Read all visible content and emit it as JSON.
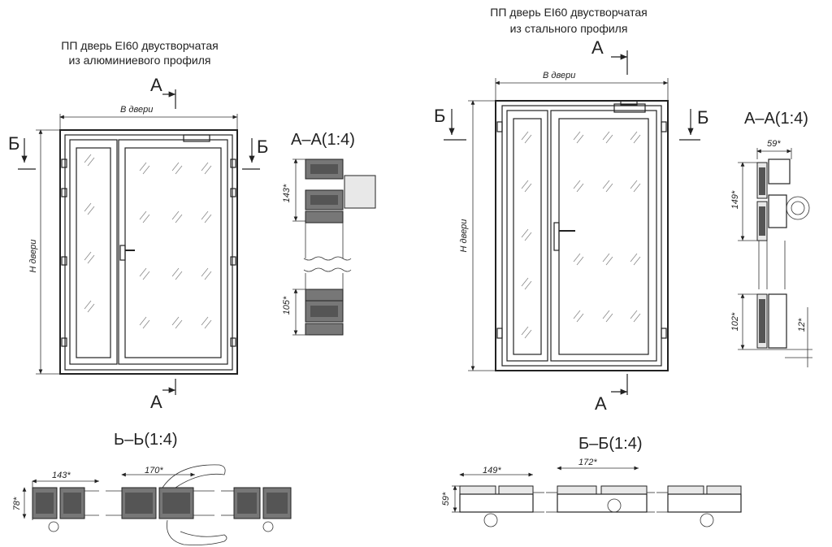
{
  "left_door": {
    "title_line1": "ПП дверь EI60 двустворчатая",
    "title_line2": "из алюминиевого профиля",
    "width_label": "В двери",
    "height_label": "Н двери",
    "cut_a_top": "А",
    "cut_a_bottom": "А",
    "cut_b_left": "Б",
    "cut_b_right": "Б"
  },
  "left_section_aa": {
    "title": "А–А(1:4)",
    "dim_top": "143*",
    "dim_bottom": "105*"
  },
  "left_section_bb": {
    "title": "Ь–Ь(1:4)",
    "dim_a": "143*",
    "dim_b": "170*",
    "dim_h": "78*"
  },
  "right_door": {
    "title_line1": "ПП дверь EI60 двустворчатая",
    "title_line2": "из стального профиля",
    "width_label": "В двери",
    "height_label": "Н двери",
    "cut_a_top": "А",
    "cut_a_bottom": "А",
    "cut_b_left": "Б",
    "cut_b_right": "Б"
  },
  "right_section_aa": {
    "title": "А–А(1:4)",
    "dim_width": "59*",
    "dim_top": "149*",
    "dim_bottom": "102*",
    "dim_gap": "12*"
  },
  "right_section_bb": {
    "title": "Б–Б(1:4)",
    "dim_a": "149*",
    "dim_b": "172*",
    "dim_h": "59*"
  }
}
